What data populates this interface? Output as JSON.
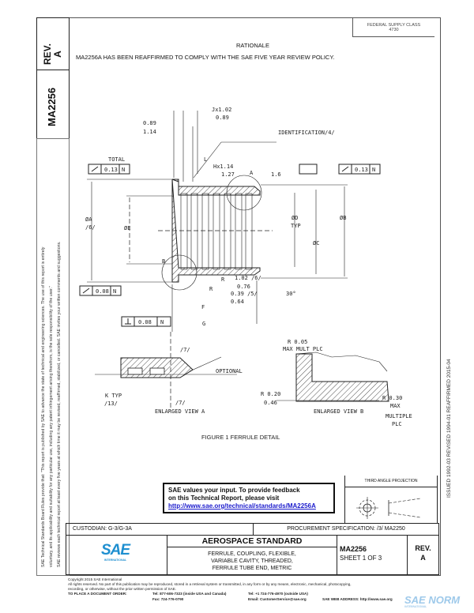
{
  "sidebar": {
    "rev_label": "REV.",
    "rev_value": "A",
    "doc_number": "MA2256",
    "legal_text_1": "SAE Technical Standards Board Rules provide that: \"This report is published by SAE to advance the state of technical and engineering sciences. The use of this report is entirely",
    "legal_text_2": "voluntary, and its applicability and suitability for any particular use, including any patent infringement arising therefrom, is the sole responsibility of the user.\"",
    "legal_text_3": "SAE reviews each technical report at least every five years at which time it may be revised, reaffirmed, stabilized, or cancelled. SAE invites your written comments and suggestions."
  },
  "header": {
    "supply_class_label": "FEDERAL SUPPLY CLASS",
    "supply_class_value": "4730",
    "rationale_title": "RATIONALE",
    "rationale_text": "MA2256A HAS BEEN REAFFIRMED TO COMPLY WITH THE SAE FIVE YEAR REVIEW POLICY."
  },
  "right_margin": {
    "dates": "ISSUED 1992-03    REVISED 1994-01    REAFFIRMED 2015-04"
  },
  "drawing": {
    "labels": {
      "j": "Jx1.02",
      "j2": "0.89",
      "d1": "0.89",
      "d2": "1.14",
      "identification": "IDENTIFICATION/4/",
      "total": "TOTAL",
      "fcf1_value": "0.13",
      "fcf1_datum": "N",
      "fcf2_value": "0.13",
      "fcf2_datum": "N",
      "fcf3_value": "0.08",
      "fcf3_datum": "N",
      "fcf4_value": "0.08",
      "fcf4_datum": "N",
      "l": "L",
      "h1": "Hx1.14",
      "h2": "1.27",
      "a": "A",
      "finish": "1.6",
      "dia_a": "ØA",
      "note6": "/6/",
      "dia_e": "ØE",
      "dia_d": "ØD",
      "typ": "TYP",
      "dia_b": "ØB",
      "dia_c": "ØC",
      "b": "B",
      "r1": "R",
      "r1v1": "1.02 /6/",
      "r1v2": "0.76",
      "r2": "R",
      "r2v1": "0.39 /5/",
      "r2v2": "0.64",
      "f": "F",
      "g": "G",
      "angle": "30°",
      "note7a": "/7/",
      "optional": "OPTIONAL",
      "k_typ": "K TYP",
      "note13": "/13/",
      "note7b": "/7/",
      "view_a": "ENLARGED VIEW A",
      "rb1": "R 0.05",
      "rb1b": "MAX MULT PLC",
      "rb2": "R 0.20",
      "rb2b": "0.46",
      "rb3": "R 0.30",
      "rb3b": "MAX",
      "rb3c": "MULTIPLE",
      "rb3d": "PLC",
      "view_b": "ENLARGED VIEW B"
    },
    "figure_caption": "FIGURE 1  FERRULE DETAIL"
  },
  "feedback": {
    "line1": "SAE values your input. To provide feedback",
    "line2": "on this Technical Report, please visit",
    "link": "http://www.sae.org/technical/standards/MA2256A"
  },
  "projection": {
    "title": "THIRD ANGLE PROJECTION"
  },
  "title_block": {
    "custodian": "CUSTODIAN: G-3/G-3A",
    "procurement": "PROCUREMENT SPECIFICATION: /3/ MA2250",
    "logo_text": "SAE",
    "logo_sub": "INTERNATIONAL",
    "standard_type": "AEROSPACE STANDARD",
    "title_line1": "FERRULE, COUPLING, FLEXIBLE,",
    "title_line2": "VARIABLE CAVITY, THREADED,",
    "title_line3": "FERRULE TUBE END, METRIC",
    "doc_number": "MA2256",
    "sheet": "SHEET 1 OF 3",
    "rev_label": "REV.",
    "rev_value": "A"
  },
  "footer": {
    "copyright": "Copyright 2015 SAE International",
    "rights": "All rights reserved. No part of this publication may be reproduced, stored in a retrieval system or transmitted, in any form or by any means, electronic, mechanical, photocopying,",
    "rights2": "recording, or otherwise, without the prior written permission of SAE.",
    "order_label": "TO PLACE A DOCUMENT ORDER:",
    "tel1": "Tel: 877-606-7323 (inside USA and Canada)",
    "fax": "Fax: 724-776-0790",
    "tel2": "Tel: +1 724-776-4970 (outside USA)",
    "email": "Email: CustomerService@sae.org",
    "web": "SAE WEB ADDRESS: http://www.sae.org"
  },
  "watermark": {
    "text": "SAE NORM",
    "sub": "INTERNATIONAL"
  },
  "colors": {
    "sae_blue": "#1e8fd0",
    "link_blue": "#1a1acc",
    "watermark": "#9ec9ea"
  }
}
